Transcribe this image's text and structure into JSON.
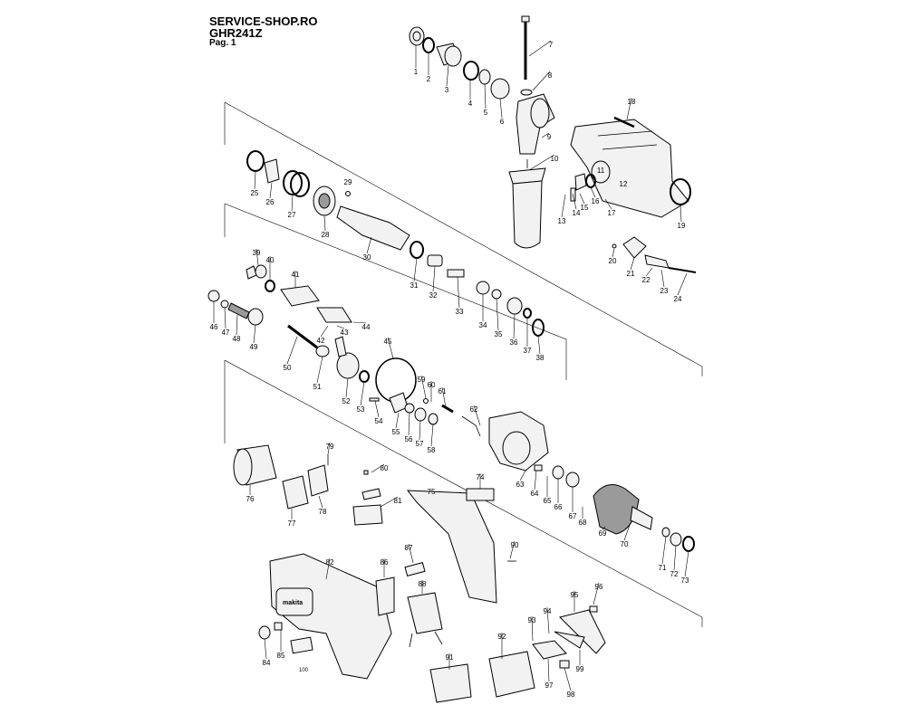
{
  "header": {
    "site": "SERVICE-SHOP.RO",
    "model": "GHR241Z",
    "page": "Pag. 1"
  },
  "parts": [
    "1",
    "2",
    "3",
    "4",
    "5",
    "6",
    "7",
    "8",
    "9",
    "10",
    "11",
    "12",
    "13",
    "14",
    "15",
    "16",
    "17",
    "18",
    "19",
    "20",
    "21",
    "22",
    "23",
    "24",
    "25",
    "26",
    "27",
    "28",
    "29",
    "30",
    "31",
    "32",
    "33",
    "34",
    "35",
    "36",
    "37",
    "38",
    "39",
    "40",
    "41",
    "42",
    "43",
    "44",
    "45",
    "46",
    "47",
    "48",
    "49",
    "50",
    "51",
    "52",
    "53",
    "54",
    "55",
    "56",
    "57",
    "58",
    "59",
    "60",
    "61",
    "62",
    "63",
    "64",
    "65",
    "66",
    "67",
    "68",
    "69",
    "70",
    "71",
    "72",
    "73",
    "74",
    "75",
    "76",
    "77",
    "78",
    "79",
    "80",
    "81",
    "82",
    "84",
    "85",
    "86",
    "87",
    "88",
    "90",
    "91",
    "92",
    "93",
    "94",
    "95",
    "96",
    "97",
    "98",
    "99"
  ],
  "housing_badge": "makita",
  "sticker_code": "100"
}
